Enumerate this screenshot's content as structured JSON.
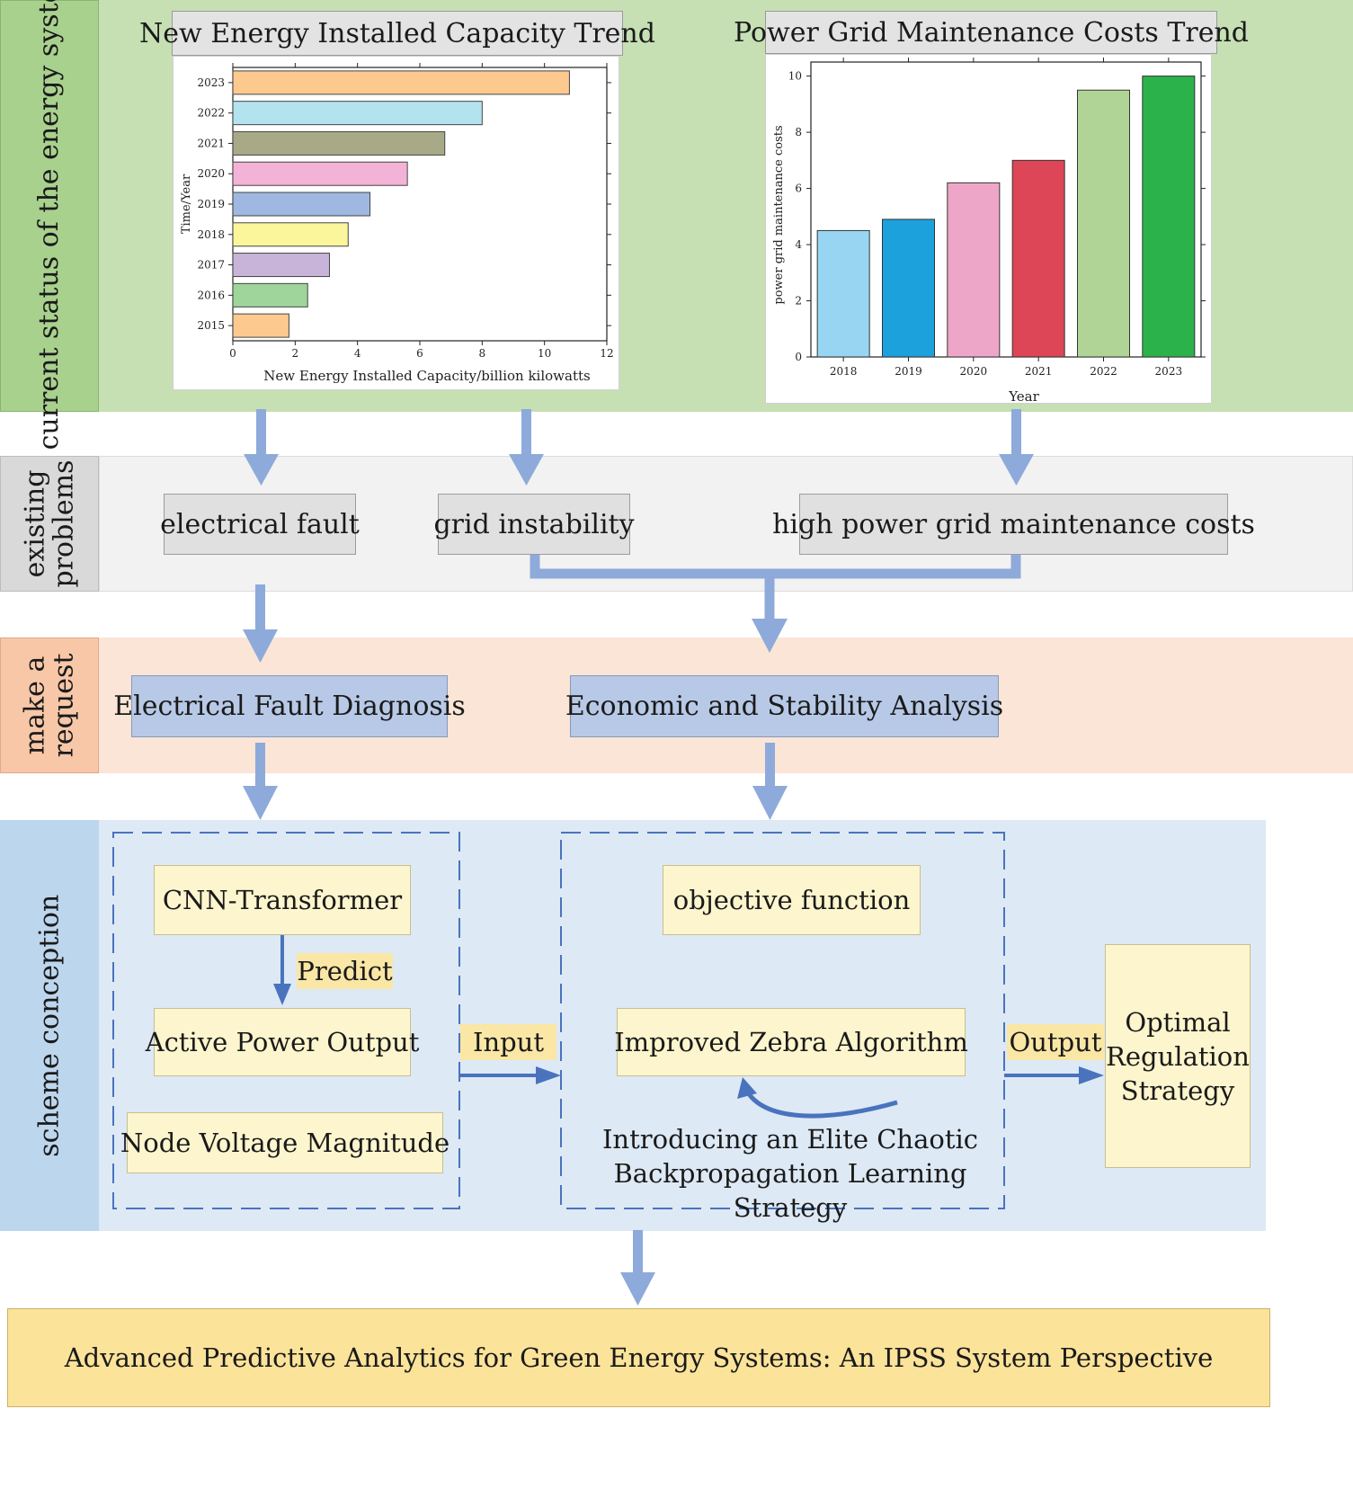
{
  "colors": {
    "status_band": "#c6e0b4",
    "status_side": "#a9d18e",
    "problems_band": "#f2f2f2",
    "problems_side": "#d9d9d9",
    "request_band": "#fae5d6",
    "request_side": "#f7c7a8",
    "scheme_band": "#dde9f5",
    "scheme_side": "#bcd6ee",
    "final_box": "#fbe39a",
    "arrow": "#8eaadb",
    "dark_arrow": "#4a73bd"
  },
  "sections": {
    "status": "current status of the energy system",
    "problems": "existing\nproblems",
    "request": "make a\nrequest",
    "scheme": "scheme conception"
  },
  "problems": {
    "electrical_fault": "electrical fault",
    "grid_instability": "grid instability",
    "high_costs": "high power grid maintenance costs"
  },
  "requests": {
    "fault_diagnosis": "Electrical Fault Diagnosis",
    "econ_stability": "Economic and Stability Analysis"
  },
  "scheme": {
    "cnn": "CNN-Transformer",
    "predict": "Predict",
    "active_power": "Active Power Output",
    "node_voltage": "Node Voltage Magnitude",
    "input": "Input",
    "objective": "objective function",
    "zebra": "Improved Zebra Algorithm",
    "elite_line1": "Introducing an Elite Chaotic",
    "elite_line2": "Backpropagation Learning Strategy",
    "output": "Output",
    "optimal_line1": "Optimal",
    "optimal_line2": "Regulation",
    "optimal_line3": "Strategy"
  },
  "final": "Advanced Predictive Analytics for Green Energy Systems: An IPSS System Perspective",
  "chart_data": [
    {
      "type": "bar",
      "orientation": "horizontal",
      "title": "New Energy Installed Capacity Trend",
      "xlabel": "New Energy Installed Capacity/billion kilowatts",
      "ylabel": "Time/Year",
      "categories": [
        "2015",
        "2016",
        "2017",
        "2018",
        "2019",
        "2020",
        "2021",
        "2022",
        "2023"
      ],
      "values": [
        1.8,
        2.4,
        3.1,
        3.7,
        4.4,
        5.6,
        6.8,
        8.0,
        10.8
      ],
      "colors": [
        "#fdc98f",
        "#9fd49a",
        "#c8b4d9",
        "#fbf59c",
        "#9fb8e1",
        "#f2b3d6",
        "#a8aa87",
        "#b3e3ee",
        "#fdc98f"
      ],
      "xlim": [
        0,
        12
      ],
      "xticks": [
        "0",
        "2",
        "4",
        "6",
        "8",
        "10",
        "12"
      ],
      "grid": false
    },
    {
      "type": "bar",
      "title": "Power Grid Maintenance Costs Trend",
      "xlabel": "Year",
      "ylabel": "power grid maintenance costs",
      "categories": [
        "2018",
        "2019",
        "2020",
        "2021",
        "2022",
        "2023"
      ],
      "values": [
        4.5,
        4.9,
        6.2,
        7.0,
        9.5,
        10.0
      ],
      "colors": [
        "#97d5f3",
        "#1da1dc",
        "#eea6c8",
        "#dd4657",
        "#b0d496",
        "#2cb24b"
      ],
      "ylim": [
        0,
        10.5
      ],
      "yticks": [
        "0",
        "2",
        "4",
        "6",
        "8",
        "10"
      ],
      "grid": false
    }
  ]
}
